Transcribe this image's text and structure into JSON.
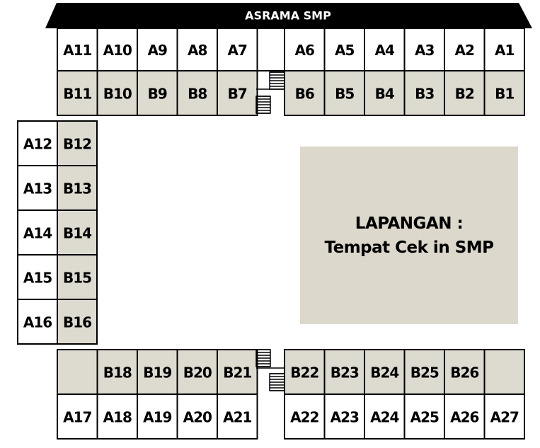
{
  "building_name": "ASRAMA SMP",
  "field": {
    "line1": "LAPANGAN :",
    "line2": "Tempat Cek in SMP"
  },
  "colors": {
    "room_light": "#ffffff",
    "room_shaded": "#dddad0",
    "field": "#dcd8cb",
    "roof": "#000000"
  },
  "rooms": {
    "top_a_left": [
      "A11",
      "A10",
      "A9",
      "A8",
      "A7"
    ],
    "top_a_right": [
      "A6",
      "A5",
      "A4",
      "A3",
      "A2",
      "A1"
    ],
    "top_b_left": [
      "B11",
      "B10",
      "B9",
      "B8",
      "B7"
    ],
    "top_b_right": [
      "B6",
      "B5",
      "B4",
      "B3",
      "B2",
      "B1"
    ],
    "side_a": [
      "A12",
      "A13",
      "A14",
      "A15",
      "A16"
    ],
    "side_b": [
      "B12",
      "B13",
      "B14",
      "B15",
      "B16"
    ],
    "bottom_b_left": [
      "",
      "B18",
      "B19",
      "B20",
      "B21"
    ],
    "bottom_b_right": [
      "B22",
      "B23",
      "B24",
      "B25",
      "B26",
      ""
    ],
    "bottom_a_left": [
      "A17",
      "A18",
      "A19",
      "A20",
      "A21"
    ],
    "bottom_a_right": [
      "A22",
      "A23",
      "A24",
      "A25",
      "A26",
      "A27"
    ]
  }
}
